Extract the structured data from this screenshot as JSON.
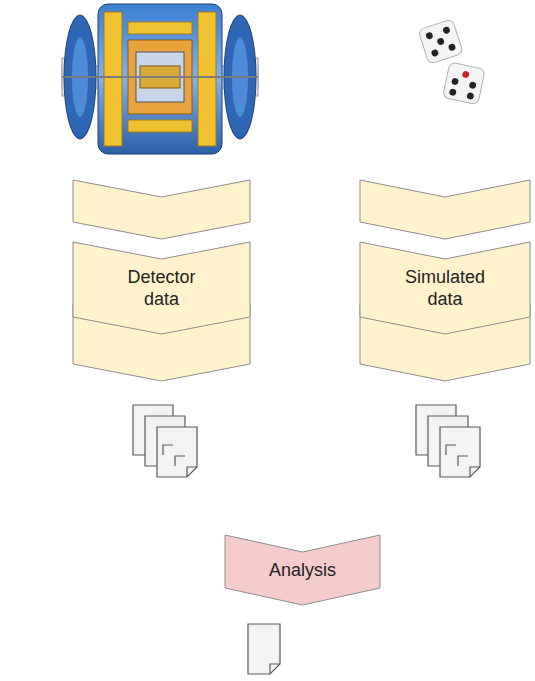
{
  "diagram": {
    "nodes": [
      {
        "text": [
          "Detector data"
        ]
      },
      {
        "text": [
          "Simulated data"
        ]
      },
      {
        "text": [
          "Analysis"
        ]
      }
    ]
  }
}
